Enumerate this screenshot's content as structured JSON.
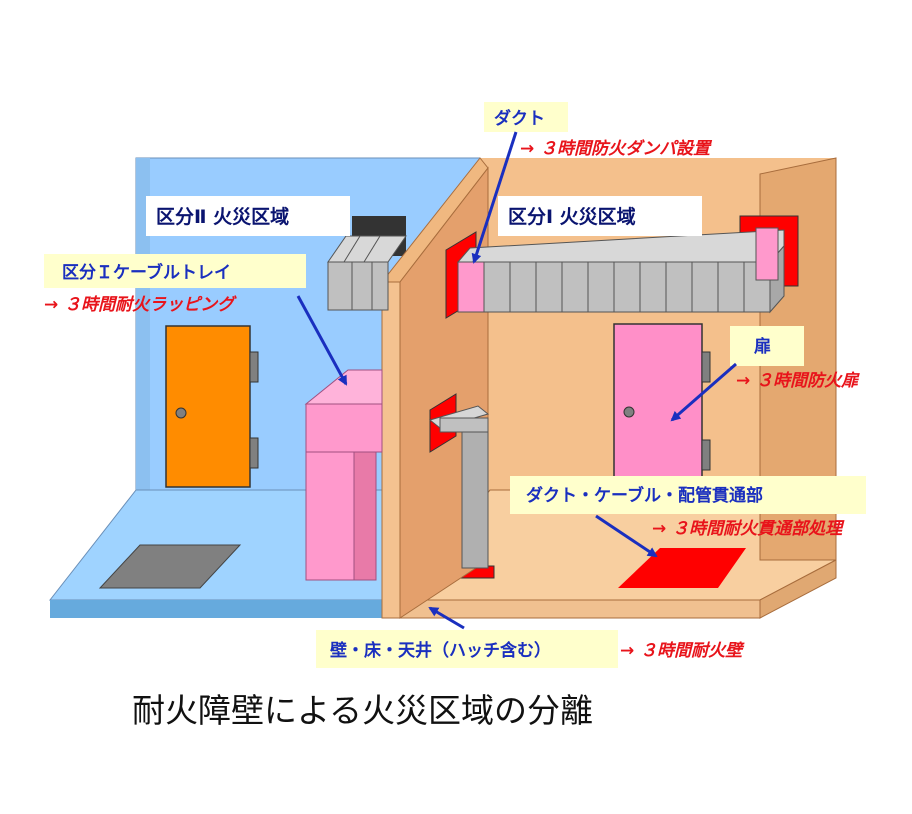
{
  "zones": {
    "zone2": "区分Ⅱ 火災区域",
    "zone1": "区分Ⅰ 火災区域"
  },
  "labels": {
    "duct": "ダクト",
    "duct_measure": "→ ３時間防火ダンパ設置",
    "tray": "区分Ｉケーブルトレイ",
    "tray_measure": "→ ３時間耐火ラッピング",
    "door": "扉",
    "door_measure": "→ ３時間防火扉",
    "penetration": "ダクト・ケーブル・配管貫通部",
    "penetration_measure": "→ ３時間耐火貫通部処理",
    "barrier": "壁・床・天井（ハッチ含む）",
    "barrier_measure": "→ ３時間耐火壁"
  },
  "caption": "耐火障壁による火災区域の分離",
  "colors": {
    "zone2_wall": "#99ccff",
    "zone2_floor": "#9fd3ff",
    "zone1_wall": "#f4c08c",
    "zone1_floor": "#f8cfa0",
    "barrier_face": "#e4a06c",
    "zone1_door": "#ff8fc8",
    "zone2_door": "#ff8c00",
    "duct": "#c0c0c0",
    "tray": "#ff99cc",
    "fire_seal": "#ff0000",
    "callout_fill": "#ffffcc",
    "zone_label_fill": "#ffffff"
  }
}
